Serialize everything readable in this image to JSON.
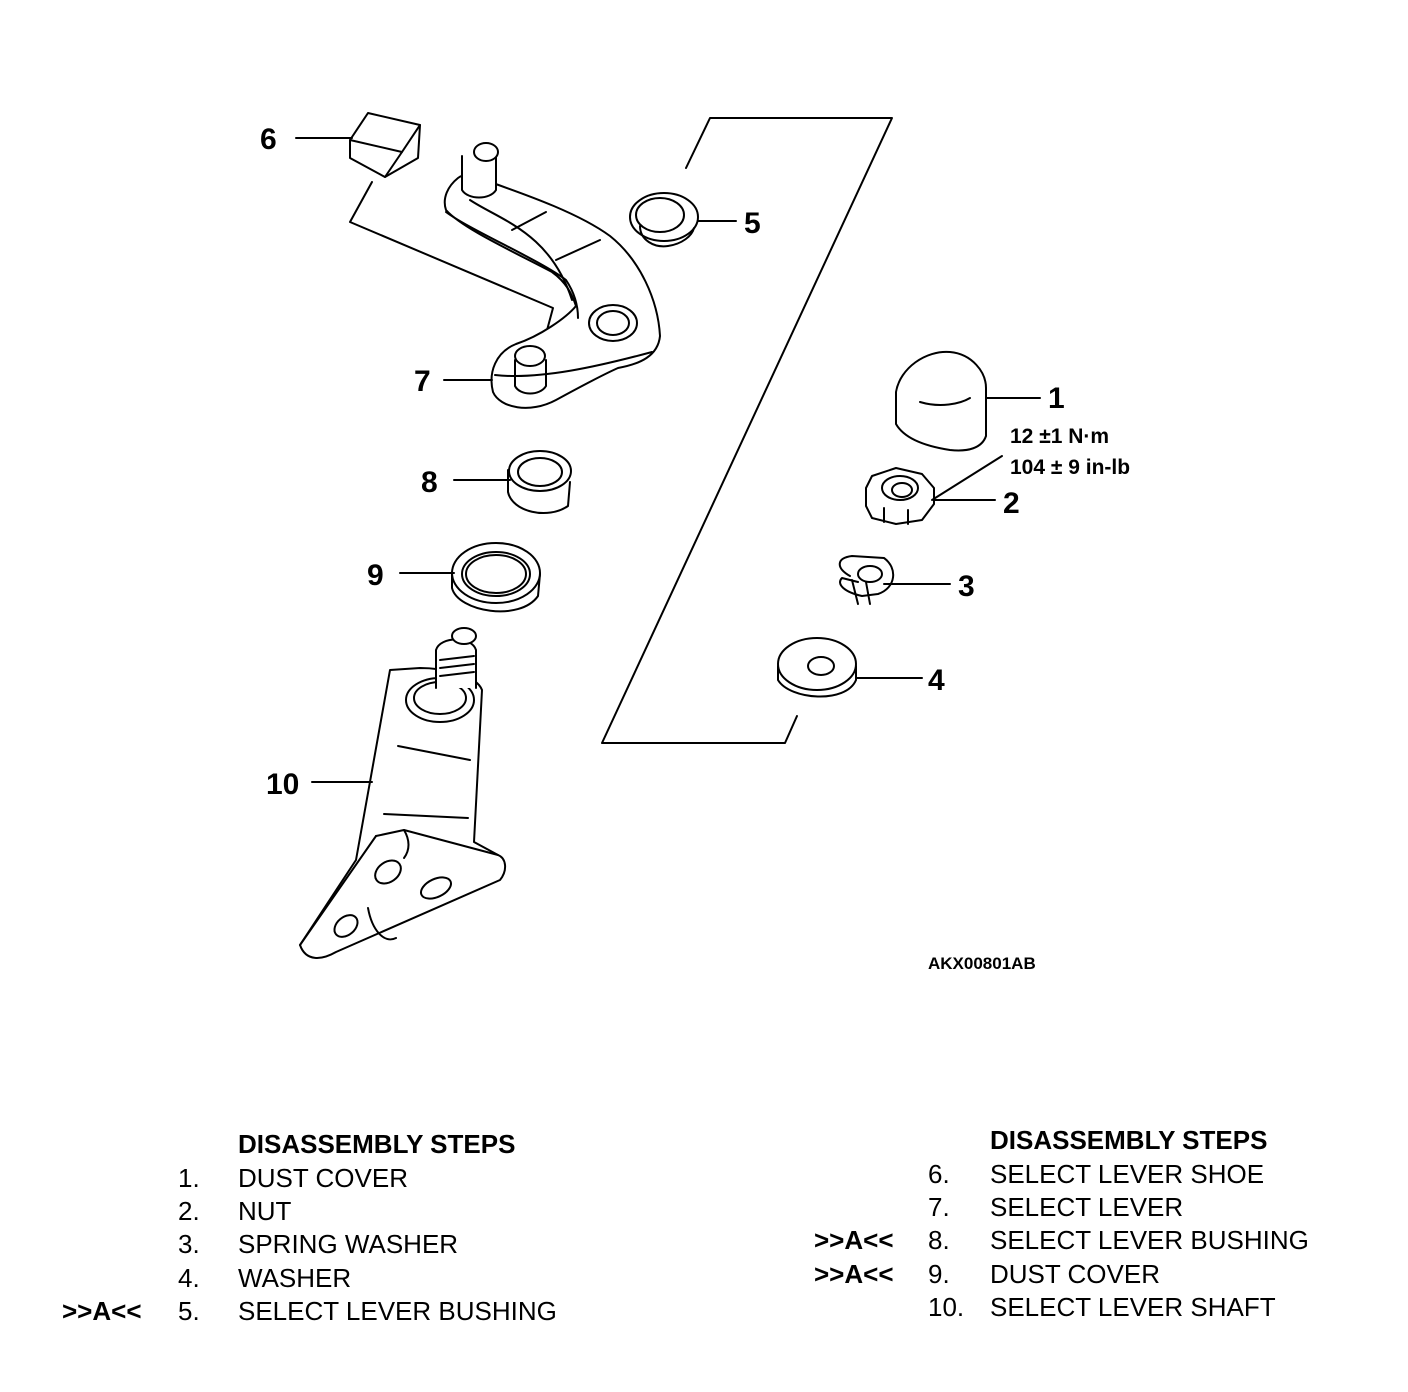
{
  "figure_code": "AKX00801AB",
  "torque": {
    "metric": "12 ±1 N·m",
    "imperial": "104 ± 9 in-lb"
  },
  "callouts": [
    "1",
    "2",
    "3",
    "4",
    "5",
    "6",
    "7",
    "8",
    "9",
    "10"
  ],
  "steps_left": {
    "heading": "DISASSEMBLY STEPS",
    "items": [
      {
        "mark": "",
        "num": "1.",
        "name": "DUST COVER"
      },
      {
        "mark": "",
        "num": "2.",
        "name": "NUT"
      },
      {
        "mark": "",
        "num": "3.",
        "name": "SPRING WASHER"
      },
      {
        "mark": "",
        "num": "4.",
        "name": "WASHER"
      },
      {
        "mark": ">>A<<",
        "num": "5.",
        "name": "SELECT LEVER BUSHING"
      }
    ]
  },
  "steps_right": {
    "heading": "DISASSEMBLY STEPS",
    "items": [
      {
        "mark": "",
        "num": "6.",
        "name": "SELECT LEVER SHOE"
      },
      {
        "mark": "",
        "num": "7.",
        "name": "SELECT LEVER"
      },
      {
        "mark": ">>A<<",
        "num": "8.",
        "name": "SELECT LEVER BUSHING"
      },
      {
        "mark": ">>A<<",
        "num": "9.",
        "name": "DUST COVER"
      },
      {
        "mark": "",
        "num": "10.",
        "name": "SELECT LEVER SHAFT"
      }
    ]
  }
}
